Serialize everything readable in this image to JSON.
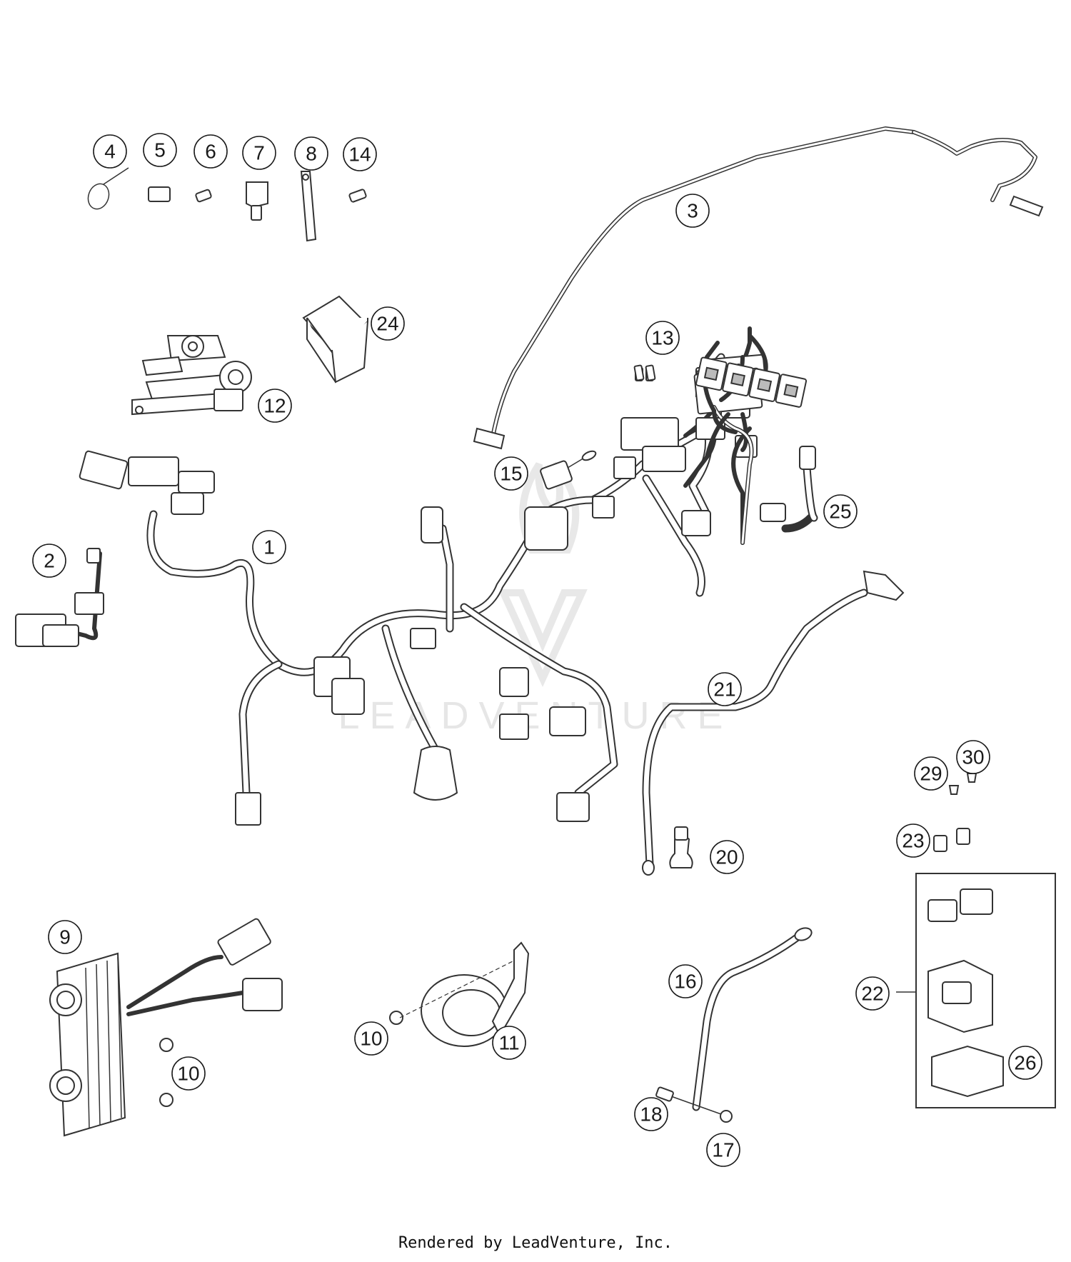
{
  "diagram": {
    "callouts": [
      {
        "id": "c-1",
        "label": "1"
      },
      {
        "id": "c-2",
        "label": "2"
      },
      {
        "id": "c-3",
        "label": "3"
      },
      {
        "id": "c-4",
        "label": "4"
      },
      {
        "id": "c-5",
        "label": "5"
      },
      {
        "id": "c-6",
        "label": "6"
      },
      {
        "id": "c-7",
        "label": "7"
      },
      {
        "id": "c-8",
        "label": "8"
      },
      {
        "id": "c-9",
        "label": "9"
      },
      {
        "id": "c-10a",
        "label": "10"
      },
      {
        "id": "c-10b",
        "label": "10"
      },
      {
        "id": "c-11",
        "label": "11"
      },
      {
        "id": "c-12",
        "label": "12"
      },
      {
        "id": "c-13",
        "label": "13"
      },
      {
        "id": "c-14",
        "label": "14"
      },
      {
        "id": "c-15",
        "label": "15"
      },
      {
        "id": "c-16",
        "label": "16"
      },
      {
        "id": "c-17",
        "label": "17"
      },
      {
        "id": "c-18",
        "label": "18"
      },
      {
        "id": "c-20",
        "label": "20"
      },
      {
        "id": "c-21",
        "label": "21"
      },
      {
        "id": "c-22",
        "label": "22"
      },
      {
        "id": "c-23",
        "label": "23"
      },
      {
        "id": "c-24",
        "label": "24"
      },
      {
        "id": "c-25",
        "label": "25"
      },
      {
        "id": "c-26",
        "label": "26"
      },
      {
        "id": "c-29",
        "label": "29"
      },
      {
        "id": "c-30",
        "label": "30"
      }
    ],
    "watermark": "LEADVENTURE"
  },
  "footer": {
    "text": "Rendered by LeadVenture, Inc."
  }
}
